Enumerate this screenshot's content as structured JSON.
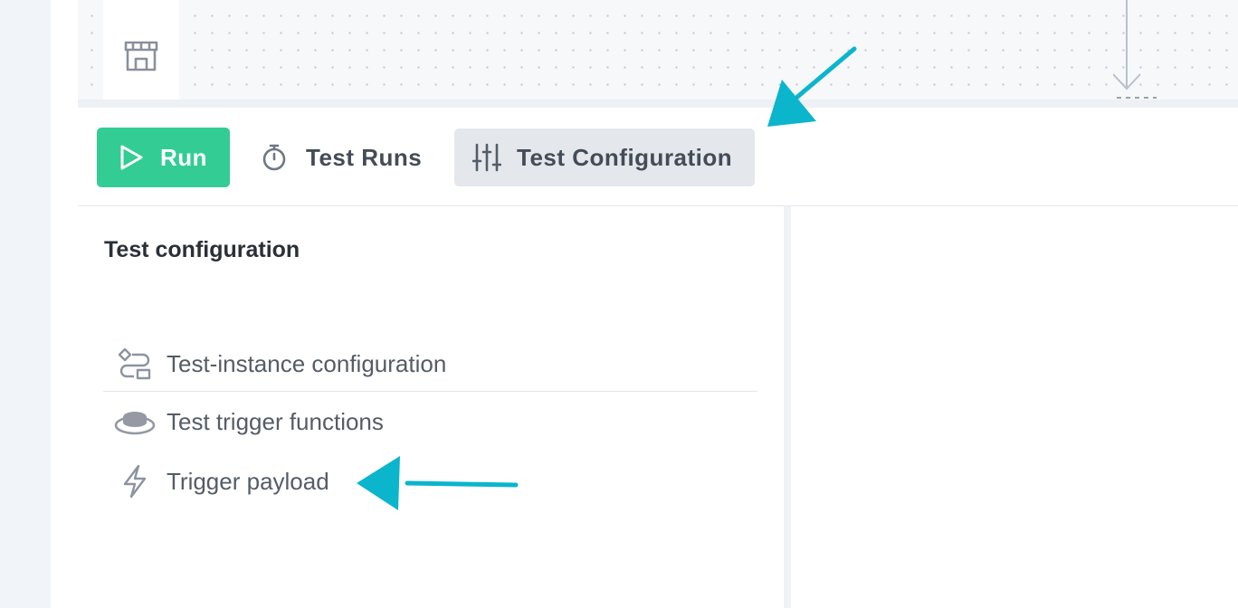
{
  "toolbar": {
    "run_label": "Run",
    "test_runs_label": "Test Runs",
    "test_configuration_label": "Test Configuration"
  },
  "panel": {
    "title": "Test configuration",
    "items": [
      {
        "label": "Test-instance configuration",
        "icon": "nodes-config-icon"
      },
      {
        "label": "Test trigger functions",
        "icon": "trigger-button-icon"
      },
      {
        "label": "Trigger payload",
        "icon": "lightning-icon"
      }
    ]
  },
  "colors": {
    "run_button": "#33cc94",
    "active_tab_bg": "#e4e8ec",
    "annotation_arrow": "#0bb5cc"
  }
}
